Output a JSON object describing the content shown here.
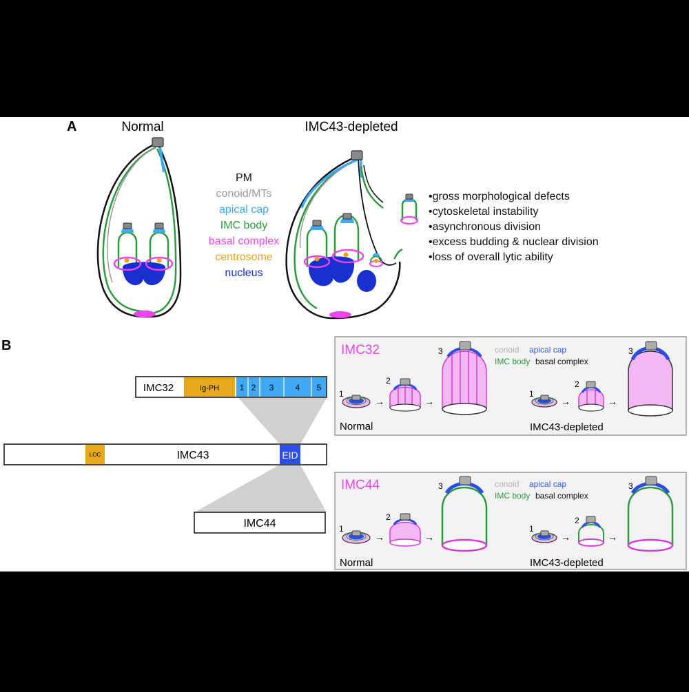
{
  "panel_a": {
    "letter": "A",
    "normal_title": "Normal",
    "depleted_title": "IMC43-depleted",
    "legend": [
      {
        "label": "PM",
        "color": "#111111"
      },
      {
        "label": "conoid/MTs",
        "color": "#9a9a9a"
      },
      {
        "label": "apical cap",
        "color": "#3fa9f5"
      },
      {
        "label": "IMC body",
        "color": "#2e9a3e"
      },
      {
        "label": "basal complex",
        "color": "#ee44ee"
      },
      {
        "label": "centrosome",
        "color": "#f0a020"
      },
      {
        "label": "nucleus",
        "color": "#1a2fd0"
      }
    ],
    "phenotypes": [
      "•gross morphological defects",
      "•cytoskeletal instability",
      "•asynchronous division",
      "•excess budding & nuclear division",
      "•loss of overall lytic ability"
    ]
  },
  "panel_b": {
    "letter": "B",
    "imc32_label": "IMC32",
    "imc32_domains": [
      "Ig-PH",
      "1",
      "2",
      "3",
      "4",
      "5"
    ],
    "imc43_label": "IMC43",
    "imc43_domains": [
      "LOC",
      "EID"
    ],
    "imc44_label": "IMC44",
    "boxes": [
      {
        "title": "IMC32",
        "legend_conoid": "conoid",
        "legend_apical": "apical cap",
        "legend_imc": "IMC body",
        "legend_basal": "basal complex",
        "normal_label": "Normal",
        "depleted_label": "IMC43-depleted",
        "stages": [
          "1",
          "2",
          "3"
        ]
      },
      {
        "title": "IMC44",
        "legend_conoid": "conoid",
        "legend_apical": "apical cap",
        "legend_imc": "IMC body",
        "legend_basal": "basal complex",
        "normal_label": "Normal",
        "depleted_label": "IMC43-depleted",
        "stages": [
          "1",
          "2",
          "3"
        ]
      }
    ]
  },
  "colors": {
    "conoid": "#b8b8b8",
    "apical": "#2b4ee8",
    "apical_light": "#3fa9f5",
    "imc": "#2e9a3e",
    "basal": "#d43cd4",
    "basal_fill": "#f3b8f3",
    "gold": "#e8a81c",
    "eid": "#2b4ee8",
    "nucleus": "#1a2fd0"
  }
}
